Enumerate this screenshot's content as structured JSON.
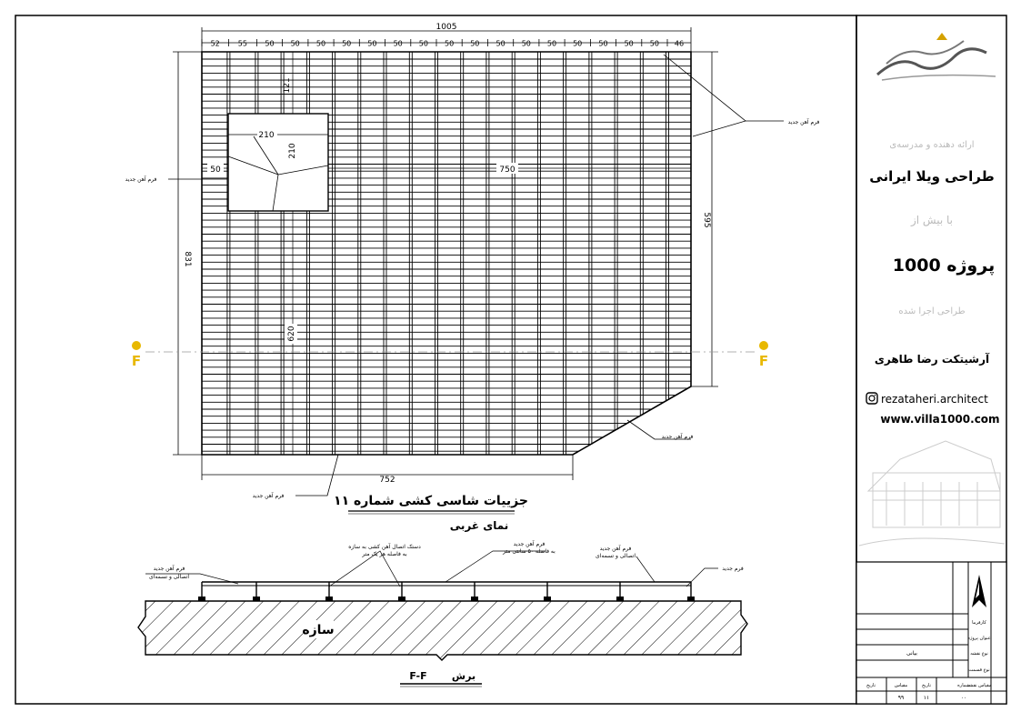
{
  "plan": {
    "top_total": "1005",
    "top_segments": [
      "52",
      "55",
      "50",
      "50",
      "50",
      "50",
      "50",
      "50",
      "50",
      "50",
      "50",
      "50",
      "50",
      "50",
      "50",
      "50",
      "50",
      "50",
      "46"
    ],
    "dim_121": "121",
    "dim_210_h": "210",
    "dim_210_v": "210",
    "dim_50": "50",
    "dim_750": "750",
    "dim_831": "831",
    "dim_620": "620",
    "dim_595": "595",
    "dim_752": "752",
    "label_frame_right": "فرم آهن جدید",
    "label_frame_left": "فرم آهن جدید",
    "label_frame_bottom_right": "فرم آهن جدید",
    "label_frame_bottom_left": "فرم آهن جدید",
    "section_marker": "F"
  },
  "titles": {
    "main": "جزییات شاسی کشی شماره ۱۱",
    "sub": "نمای غربی",
    "section_label": "برش",
    "section_code": "F-F"
  },
  "section": {
    "structure_label": "سازه",
    "note_left_1": "فرم آهن جدید",
    "note_left_2": "اتصالی و تسمه‌ای",
    "note_mid_1": "دستک اتصال آهن کشی به سازه",
    "note_mid_2": "به فاصله هر یک متر",
    "note_mid2_1": "فرم آهن جدید",
    "note_mid2_2": "به فاصله ۵۰ سانتی متر",
    "note_right_1": "فرم آهن جدید",
    "note_right_2": "اتصالی و تسمه‌ای",
    "note_far_right": "فرم جدید"
  },
  "branding": {
    "line1": "ارائه دهنده و مدرسه‌ی",
    "line2": "طراحی ویلا ایرانی",
    "line3": "با بیش از",
    "count": "1000 پروژه",
    "line4": "طراحی اجرا شده",
    "architect": "آرشیتکت رضا طاهری",
    "instagram": "rezataheri.architect",
    "website": "www.villa1000.com"
  },
  "title_block": {
    "rows": [
      "کارفرما",
      "عنوان پروژه",
      "نوع نقشه",
      "نوع قسمت",
      "مقیاس نقشه"
    ],
    "value_row3": "بیانی",
    "bottom_labels": [
      "تاریخ",
      "مقیاس",
      "تاریخ",
      "شماره"
    ],
    "bottom_values": [
      "۹۹",
      "۱۱",
      "۰۰"
    ]
  },
  "icons": {
    "logo": "logo-calligraphy-icon",
    "instagram": "instagram-icon",
    "north_arrow": "north-arrow-icon",
    "villa_sketch": "villa-sketch-icon"
  }
}
